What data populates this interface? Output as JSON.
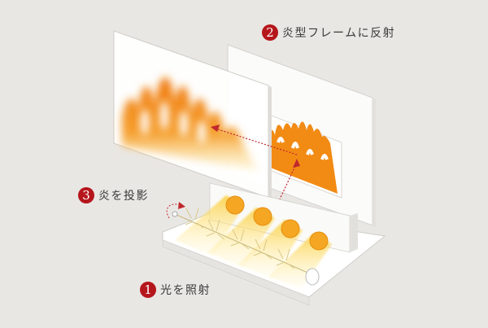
{
  "diagram": {
    "title": "",
    "background_color": "#e9e7e4",
    "accent_color": "#b5161c",
    "flame_color": "#f08a1c",
    "steps": [
      {
        "number": "1",
        "label": "光を照射"
      },
      {
        "number": "2",
        "label": "炎型フレームに反射"
      },
      {
        "number": "3",
        "label": "炎を投影"
      }
    ],
    "components": {
      "front_screen": "projection-screen",
      "rear_frame": "flame-shaped-frame",
      "light_bulbs": 4,
      "rotating_reflector": "rotating-rod-with-reflector-blades",
      "base_tray": "base-tray"
    }
  }
}
